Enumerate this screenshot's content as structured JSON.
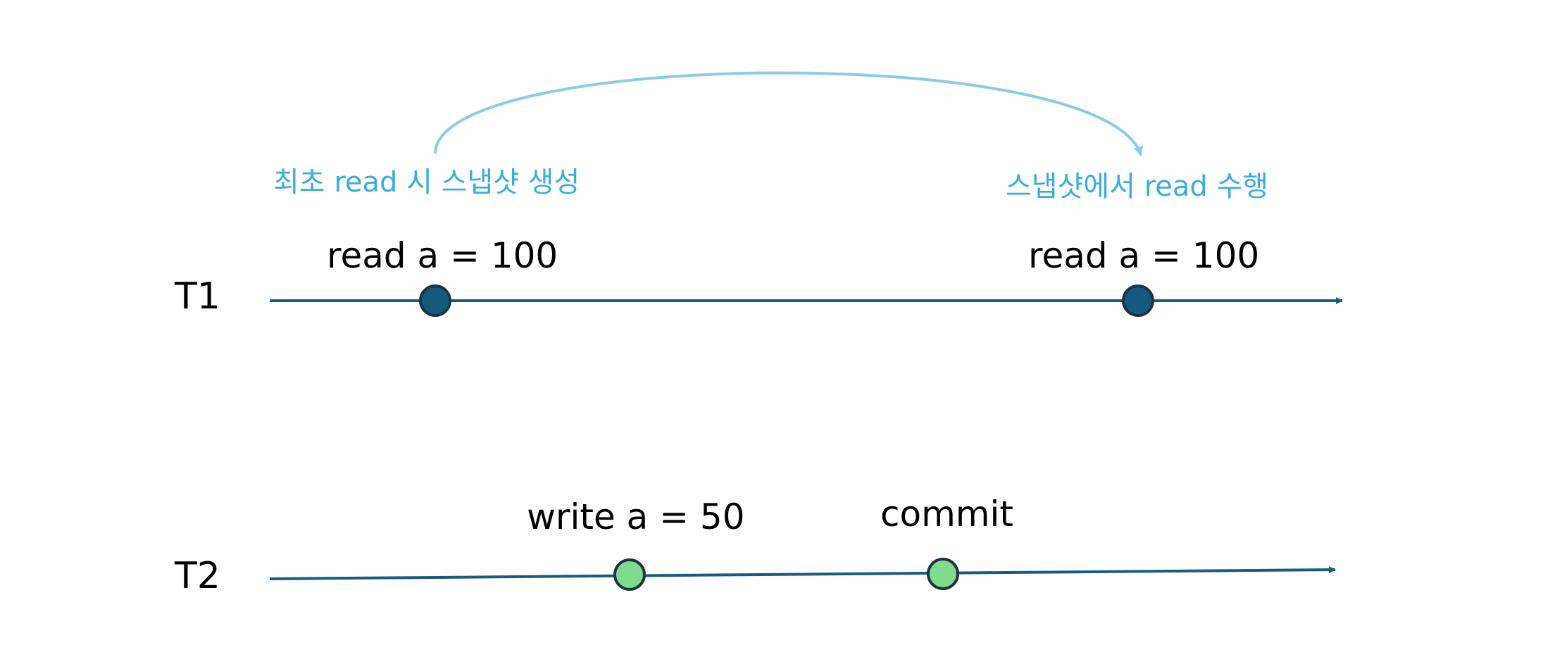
{
  "colors": {
    "timeline": "#1a5b82",
    "t1_event_fill": "#155a7e",
    "t2_event_fill": "#7fdc8e",
    "event_stroke": "#1d3342",
    "annotation": "#3aacde",
    "annotation_arrow": "#8ccbe9"
  },
  "transactions": {
    "t1": {
      "label": "T1",
      "events": [
        {
          "label": "read a = 100"
        },
        {
          "label": "read a = 100"
        }
      ]
    },
    "t2": {
      "label": "T2",
      "events": [
        {
          "label": "write a = 50"
        },
        {
          "label": "commit"
        }
      ]
    }
  },
  "annotations": {
    "snapshot_create": "최초 read 시 스냅샷 생성",
    "snapshot_read": "스냅샷에서 read 수행"
  }
}
